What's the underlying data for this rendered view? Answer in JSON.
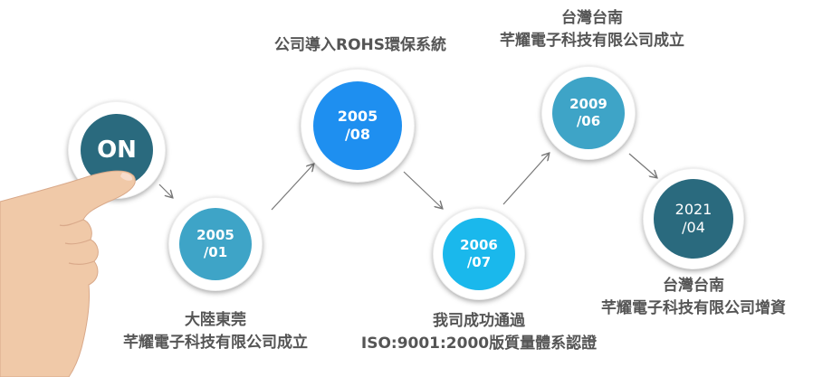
{
  "on_button": {
    "label": "ON",
    "color": "#2a6a7e"
  },
  "milestones": [
    {
      "year": "2005",
      "month": "/01",
      "color": "#3ea4c7",
      "caption": [
        "大陸東莞",
        "芊耀電子科技有限公司成立"
      ]
    },
    {
      "year": "2005",
      "month": "/08",
      "color": "#1e8ff0",
      "caption": [
        "公司導入ROHS環保系統"
      ]
    },
    {
      "year": "2006",
      "month": "/07",
      "color": "#1ab8ec",
      "caption": [
        "我司成功通過",
        "ISO:9001:2000版質量體系認證"
      ]
    },
    {
      "year": "2009",
      "month": "/06",
      "color": "#3ea4c7",
      "caption": [
        "台灣台南",
        "芊耀電子科技有限公司成立"
      ]
    },
    {
      "year": "2021",
      "month": "/04",
      "color": "#2a6a7e",
      "caption": [
        "台灣台南",
        "芊耀電子科技有限公司增資"
      ]
    }
  ],
  "icons": {
    "hand": "pointing-hand-icon",
    "arrow": "arrow-icon"
  }
}
